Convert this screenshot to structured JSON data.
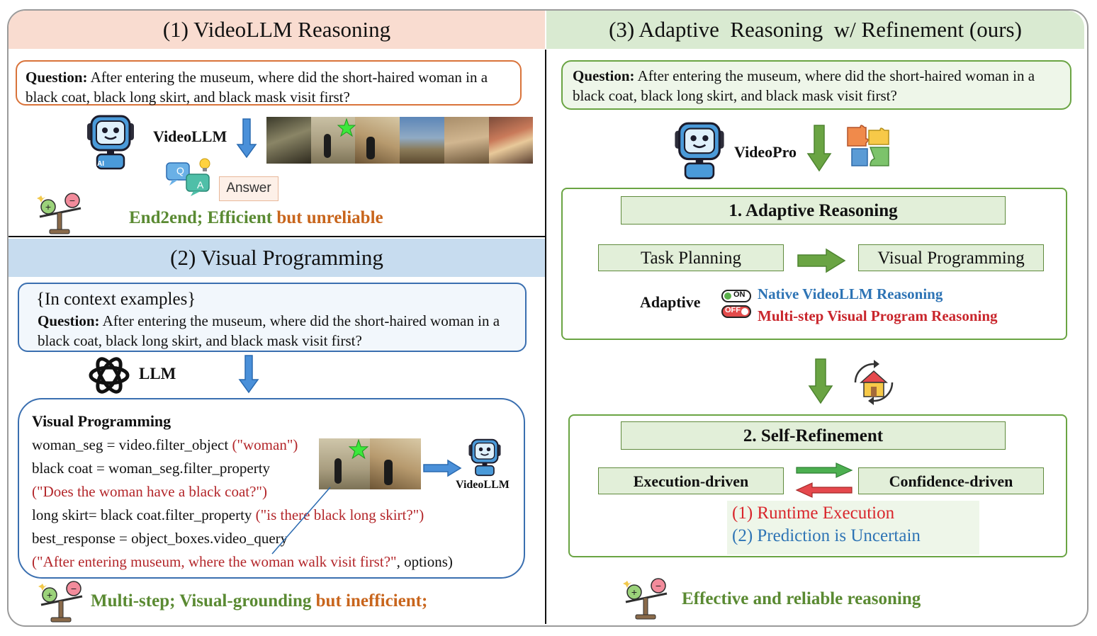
{
  "panel1": {
    "title": "(1) VideoLLM Reasoning",
    "question_label": "Question:",
    "question_text": " After entering the museum, where did the short-haired woman in a black coat, black long skirt, and black mask visit first?",
    "model_label": "VideoLLM",
    "answer_label": "Answer",
    "qa_q": "Q",
    "qa_a": "A",
    "robot_tag": "AI",
    "verdict_good": "End2end;  Efficient ",
    "verdict_bad": "but unreliable"
  },
  "panel2": {
    "title": "(2) Visual Programming",
    "context_label": "{In context examples}",
    "question_label": "Question:",
    "question_text": " After entering the museum, where did the short-haired woman in a black coat, black long skirt, and black mask visit first?",
    "llm_label": "LLM",
    "vp_heading": "Visual Programming",
    "code": [
      {
        "plain": "woman_seg = video.filter_object ",
        "str": "(\"woman\")"
      },
      {
        "plain": "black coat = woman_seg.filter_property",
        "str": ""
      },
      {
        "plain": "",
        "str": " (\"Does the woman have a black coat?\")"
      },
      {
        "plain": "long skirt= black coat.filter_property ",
        "str": "(\"is there black long skirt?\")"
      },
      {
        "plain": "best_response = object_boxes.video_query",
        "str": ""
      },
      {
        "plain": "",
        "str": "(\"After entering museum, where the woman walk visit first?\"",
        "tail": ", options)"
      }
    ],
    "videollm_label": "VideoLLM",
    "verdict_good": "Multi-step; Visual-grounding ",
    "verdict_bad": "but inefficient;"
  },
  "panel3": {
    "title": "(3) Adaptive  Reasoning  w/ Refinement (ours)",
    "question_label": "Question:",
    "question_text": " After entering the museum, where did the short-haired woman in a black coat, black long skirt, and black mask visit first?",
    "model_label": "VideoPro",
    "section1_title": "1. Adaptive Reasoning",
    "task_planning": "Task Planning",
    "visual_programming": "Visual Programming",
    "adaptive_label": "Adaptive",
    "toggle_on": "ON",
    "toggle_off": "OFF",
    "native_label": "Native VideoLLM Reasoning",
    "multistep_label": "Multi-step Visual Program Reasoning",
    "section2_title": "2. Self-Refinement",
    "execution_driven": "Execution-driven",
    "confidence_driven": "Confidence-driven",
    "cond1": "(1) Runtime Execution",
    "cond2": "(2) Prediction is Uncertain",
    "verdict": "Effective and reliable reasoning"
  },
  "colors": {
    "panel1_header": "#f9dcd0",
    "panel2_header": "#c7dcef",
    "panel3_header": "#d9ead1",
    "green_text": "#5a8a32",
    "orange_text": "#c8651c",
    "red_text": "#c9262c",
    "blue_text": "#2e74b5",
    "arrow_blue": "#4a90d9",
    "arrow_green": "#6aa443"
  }
}
